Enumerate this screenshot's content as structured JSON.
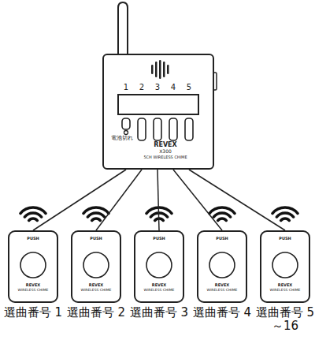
{
  "diagram": {
    "nodes": [
      {
        "text": [
          "REVEX",
          "X300",
          "5CH WIRELESS CHIME",
          "1",
          "2",
          "3",
          "4",
          "5",
          "電池切れ"
        ]
      },
      {
        "text": [
          "PUSH",
          "REVEX",
          "WIRELESS CHIME",
          "選曲番号 1"
        ]
      },
      {
        "text": [
          "PUSH",
          "REVEX",
          "WIRELESS CHIME",
          "選曲番号 2"
        ]
      },
      {
        "text": [
          "PUSH",
          "REVEX",
          "WIRELESS CHIME",
          "選曲番号 3"
        ]
      },
      {
        "text": [
          "PUSH",
          "REVEX",
          "WIRELESS CHIME",
          "選曲番号 4"
        ]
      },
      {
        "text": [
          "PUSH",
          "REVEX",
          "WIRELESS CHIME",
          "選曲番号 5～16"
        ]
      }
    ],
    "edges": [
      {
        "from": 0,
        "to": 1,
        "arrow": "none"
      },
      {
        "from": 0,
        "to": 2,
        "arrow": "none"
      },
      {
        "from": 0,
        "to": 3,
        "arrow": "none"
      },
      {
        "from": 0,
        "to": 4,
        "arrow": "none"
      },
      {
        "from": 0,
        "to": 5,
        "arrow": "none"
      }
    ]
  }
}
